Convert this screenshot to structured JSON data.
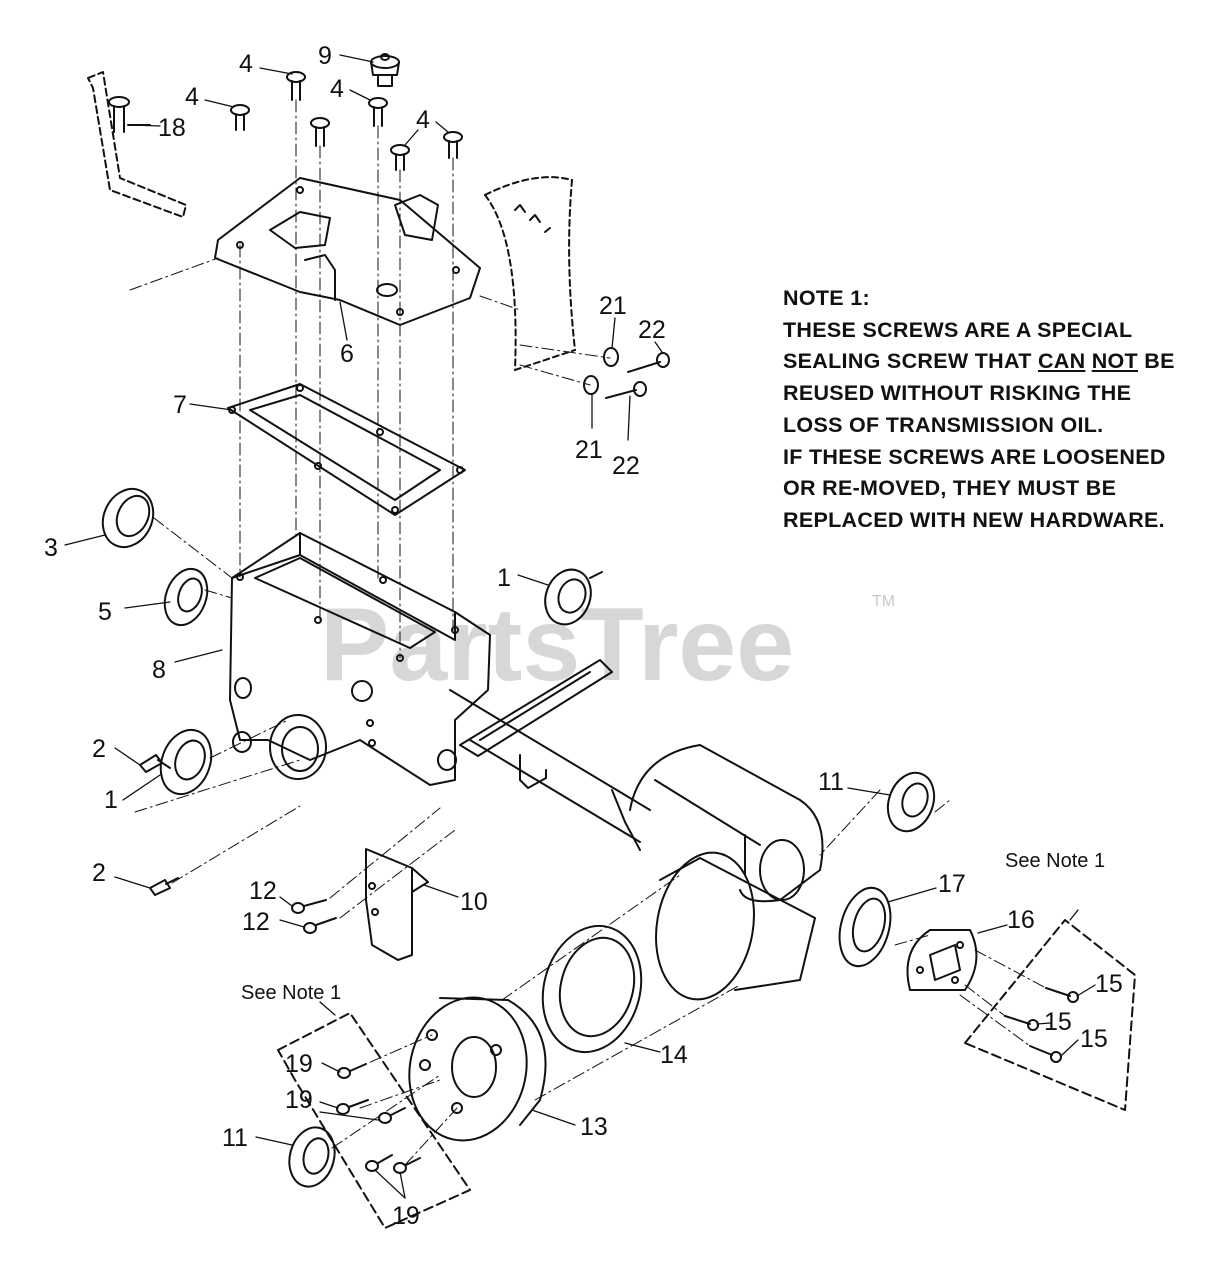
{
  "watermark": {
    "text": "PartsTree",
    "mark": "TM"
  },
  "note": {
    "title": "NOTE 1:",
    "line1": "THESE SCREWS ARE A SPECIAL",
    "line2_pre": "SEALING SCREW THAT ",
    "line2_can": "CAN",
    "line2_not": "NOT",
    "line2_post": " BE",
    "line3": "REUSED WITHOUT RISKING THE",
    "line4": "LOSS OF TRANSMISSION OIL.",
    "line5": "IF THESE SCREWS ARE LOOSENED",
    "line6": "OR RE-MOVED, THEY MUST BE",
    "line7": "REPLACED WITH NEW HARDWARE."
  },
  "see_note_labels": {
    "left": "See Note 1",
    "right": "See Note 1"
  },
  "callouts": {
    "c1": "1",
    "c2": "2",
    "c3": "3",
    "c4": "4",
    "c5": "5",
    "c6": "6",
    "c7": "7",
    "c8": "8",
    "c9": "9",
    "c10": "10",
    "c11": "11",
    "c12": "12",
    "c13": "13",
    "c14": "14",
    "c15": "15",
    "c16": "16",
    "c17": "17",
    "c18": "18",
    "c19": "19",
    "c21": "21",
    "c22": "22"
  }
}
